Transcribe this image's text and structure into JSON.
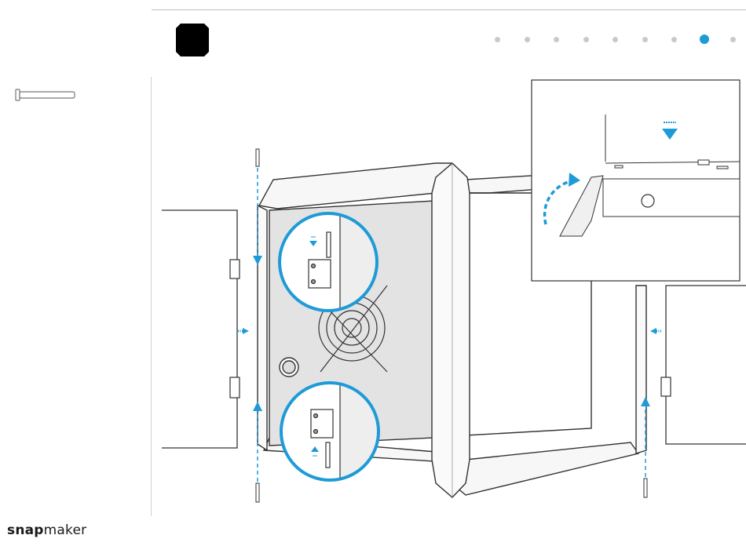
{
  "brand": {
    "bold": "snap",
    "light": "maker"
  },
  "progress": {
    "total_steps": 9,
    "active_index": 7
  },
  "colors": {
    "accent": "#1e9bd7",
    "panel": "#e3e3e3",
    "line": "#333333"
  },
  "parts_list": [
    {
      "icon": "screw-icon",
      "quantity": ""
    }
  ]
}
